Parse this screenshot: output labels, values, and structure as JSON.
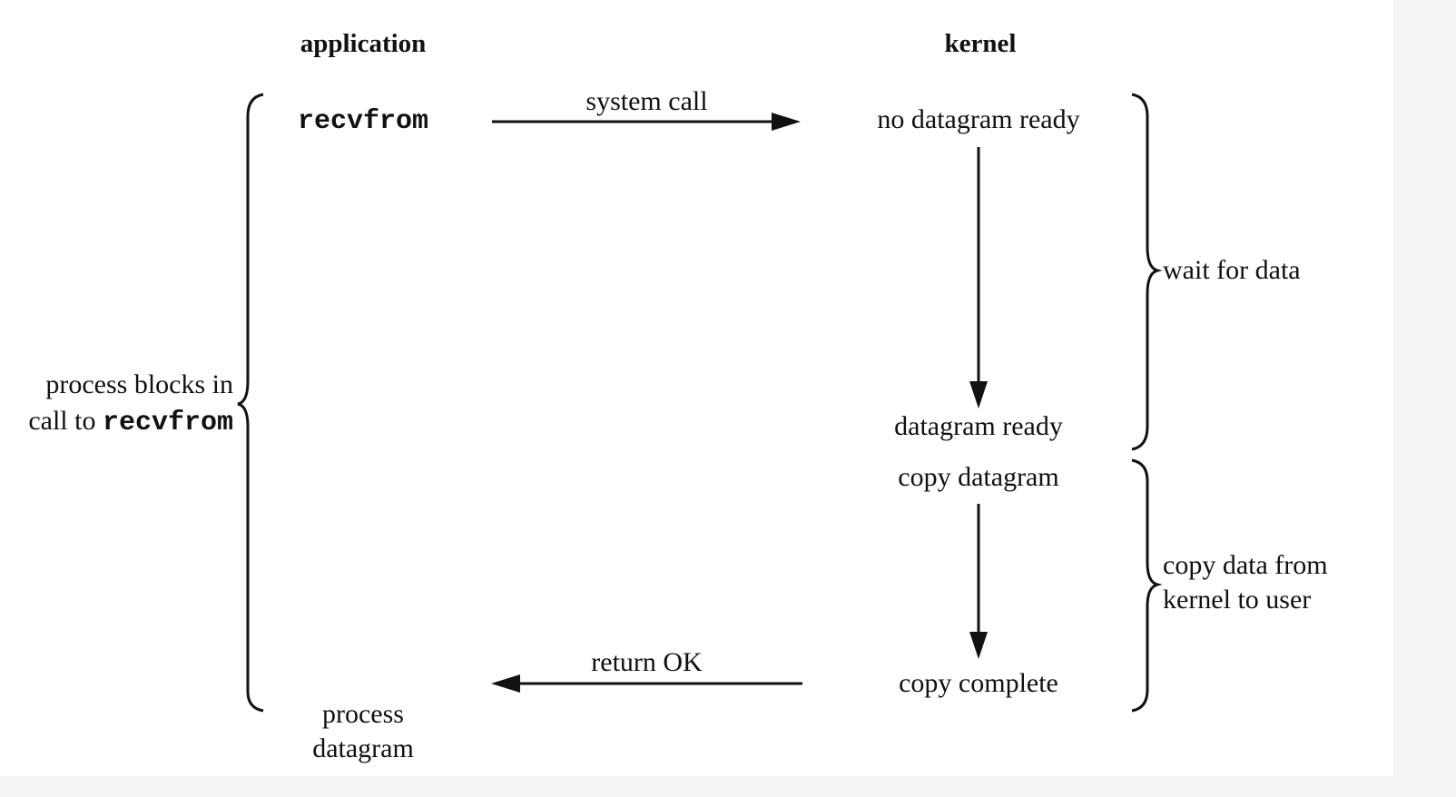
{
  "headers": {
    "application": "application",
    "kernel": "kernel"
  },
  "application": {
    "call": "recvfrom",
    "process_line1": "process",
    "process_line2": "datagram"
  },
  "arrows": {
    "system_call": "system call",
    "return_ok": "return OK"
  },
  "kernel": {
    "no_datagram_ready": "no datagram ready",
    "datagram_ready": "datagram ready",
    "copy_datagram": "copy datagram",
    "copy_complete": "copy complete"
  },
  "left_brace": {
    "line1": "process blocks in",
    "line2_prefix": "call to ",
    "line2_code": "recvfrom"
  },
  "right_braces": {
    "wait": "wait for data",
    "copy_line1": "copy data from",
    "copy_line2": "kernel to user"
  }
}
